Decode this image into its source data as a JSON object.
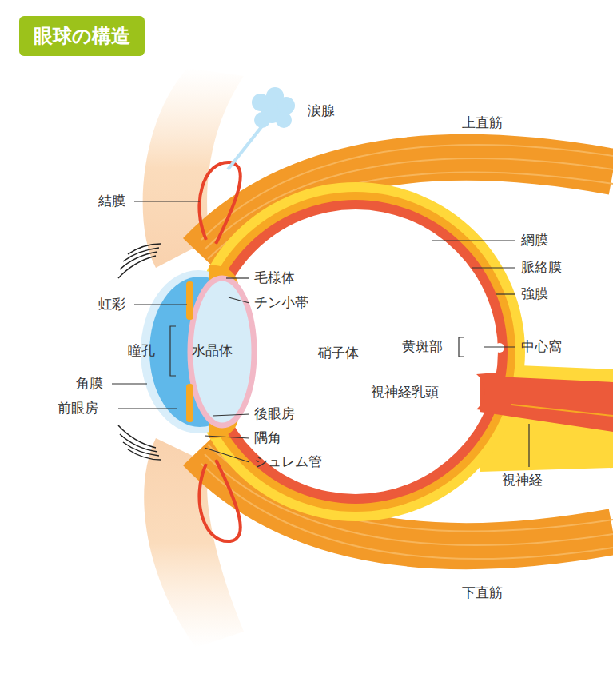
{
  "diagram": {
    "title": "眼球の構造",
    "labels": [
      "涙腺",
      "上直筋",
      "結膜",
      "網膜",
      "脈絡膜",
      "強膜",
      "毛様体",
      "虹彩",
      "チン小帯",
      "瞳孔",
      "水晶体",
      "硝子体",
      "黄斑部",
      "中心窩",
      "角膜",
      "前眼房",
      "視神経乳頭",
      "後眼房",
      "隅角",
      "シュレム管",
      "視神経",
      "下直筋"
    ]
  }
}
